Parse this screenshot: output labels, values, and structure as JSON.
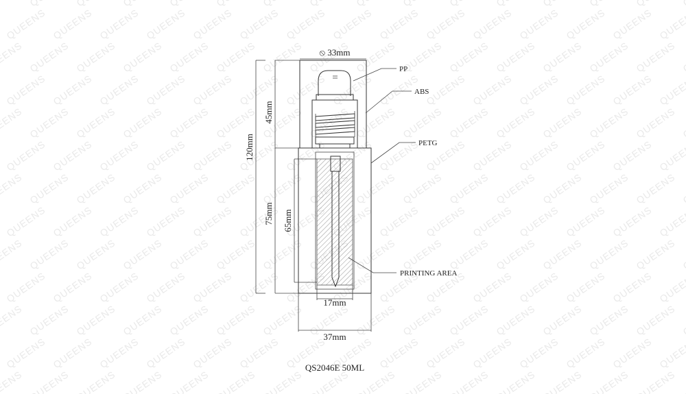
{
  "watermark": {
    "text": "QUEENS"
  },
  "product": {
    "model": "QS2046E 50ML"
  },
  "dimensions": {
    "diameter": "⦸ 33mm",
    "total_height": "120mm",
    "cap_height": "45mm",
    "body_height": "75mm",
    "print_height": "65mm",
    "print_width": "17mm",
    "body_width": "37mm"
  },
  "materials": {
    "pp": "PP",
    "abs": "ABS",
    "petg": "PETG",
    "printing_area": "PRINTING AREA"
  },
  "colors": {
    "line": "#333333",
    "watermark": "#e9e9e9"
  }
}
